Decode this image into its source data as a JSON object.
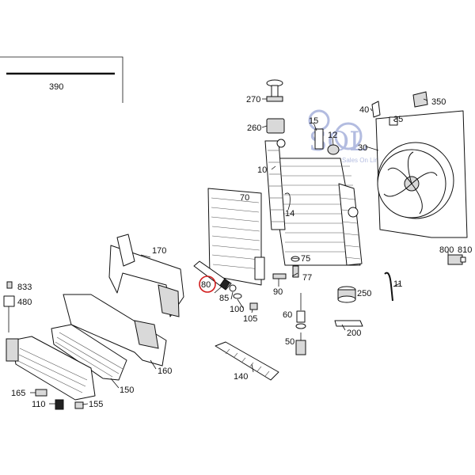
{
  "watermark": {
    "logo_text": "SOL",
    "tagline": "Sales On Line",
    "color": "#9aa6d6"
  },
  "header_ref": {
    "label": "390"
  },
  "callouts": [
    {
      "id": "270",
      "label": "270"
    },
    {
      "id": "260",
      "label": "260"
    },
    {
      "id": "15",
      "label": "15"
    },
    {
      "id": "12",
      "label": "12"
    },
    {
      "id": "10",
      "label": "10"
    },
    {
      "id": "14",
      "label": "14"
    },
    {
      "id": "40",
      "label": "40"
    },
    {
      "id": "350",
      "label": "350"
    },
    {
      "id": "35",
      "label": "35"
    },
    {
      "id": "30",
      "label": "30"
    },
    {
      "id": "70",
      "label": "70"
    },
    {
      "id": "170",
      "label": "170"
    },
    {
      "id": "75",
      "label": "75"
    },
    {
      "id": "77",
      "label": "77"
    },
    {
      "id": "80",
      "label": "80",
      "highlighted": true
    },
    {
      "id": "85",
      "label": "85"
    },
    {
      "id": "90",
      "label": "90"
    },
    {
      "id": "100",
      "label": "100"
    },
    {
      "id": "105",
      "label": "105"
    },
    {
      "id": "833",
      "label": "833"
    },
    {
      "id": "480",
      "label": "480"
    },
    {
      "id": "250",
      "label": "250"
    },
    {
      "id": "11",
      "label": "11"
    },
    {
      "id": "800",
      "label": "800"
    },
    {
      "id": "810",
      "label": "810"
    },
    {
      "id": "60",
      "label": "60"
    },
    {
      "id": "200",
      "label": "200"
    },
    {
      "id": "50",
      "label": "50"
    },
    {
      "id": "140",
      "label": "140"
    },
    {
      "id": "160",
      "label": "160"
    },
    {
      "id": "150",
      "label": "150"
    },
    {
      "id": "165",
      "label": "165"
    },
    {
      "id": "110",
      "label": "110"
    },
    {
      "id": "155",
      "label": "155"
    }
  ],
  "highlight_color": "#d11a1a"
}
